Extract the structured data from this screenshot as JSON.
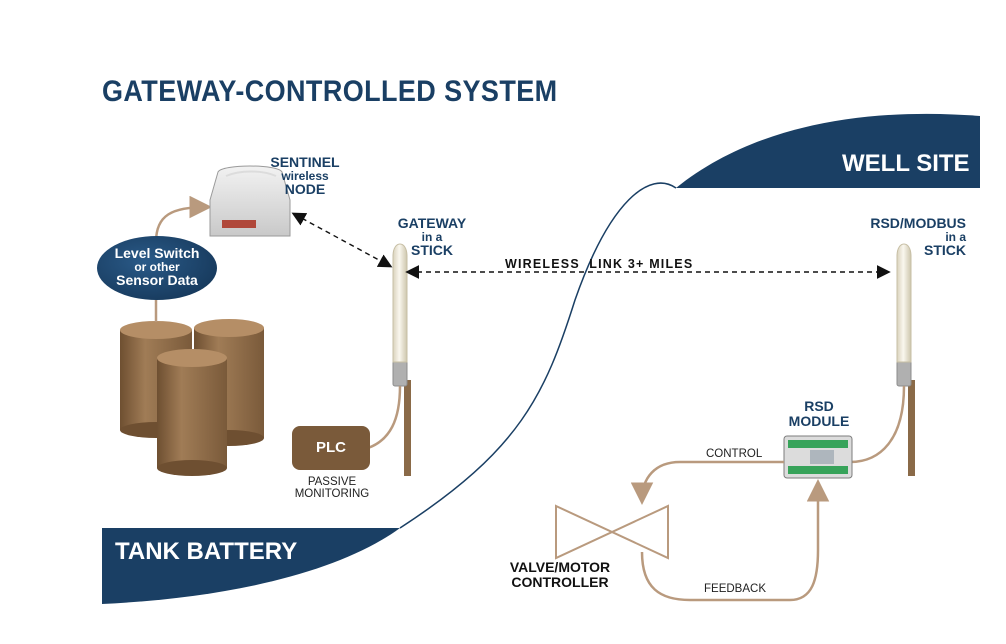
{
  "title": "GATEWAY-CONTROLLED SYSTEM",
  "regions": {
    "well_site": "WELL SITE",
    "tank_battery": "TANK BATTERY"
  },
  "nodes": {
    "sentinel": {
      "line1": "SENTINEL",
      "line2": "wireless",
      "line3": "NODE"
    },
    "gateway": {
      "line1": "GATEWAY",
      "line2": "in a",
      "line3": "STICK"
    },
    "rsd_modbus": {
      "line1": "RSD/MODBUS",
      "line2": "in a",
      "line3": "STICK"
    },
    "sensor_bubble": {
      "line1": "Level Switch",
      "line2": "or other",
      "line3": "Sensor Data"
    },
    "plc": {
      "label": "PLC",
      "caption_line1": "PASSIVE",
      "caption_line2": "MONITORING"
    },
    "rsd_module": {
      "line1": "RSD",
      "line2": "MODULE"
    },
    "valve": {
      "line1": "VALVE/MOTOR",
      "line2": "CONTROLLER"
    }
  },
  "links": {
    "wireless": "WIRELESS  LINK 3+ MILES",
    "control": "CONTROL",
    "feedback": "FEEDBACK"
  },
  "colors": {
    "navy": "#1a3f64",
    "tank_brown": "#8d6a47",
    "wire_tan": "#b99a7e",
    "antenna": "#eee8d6"
  }
}
